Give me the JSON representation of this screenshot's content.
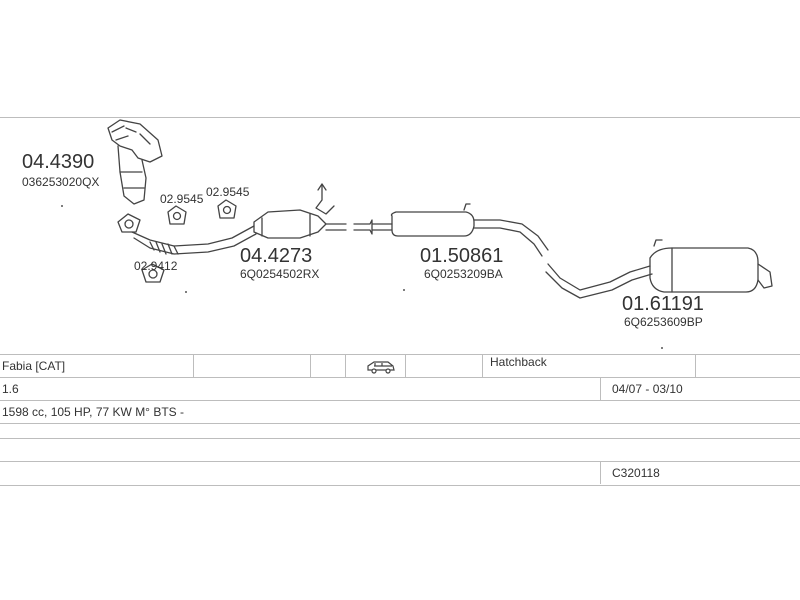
{
  "parts": [
    {
      "number": "04.4390",
      "oe": "036253020QX"
    },
    {
      "number": "02.9545",
      "oe": ""
    },
    {
      "number": "02.9545",
      "oe": ""
    },
    {
      "number": "02.9412",
      "oe": ""
    },
    {
      "number": "04.4273",
      "oe": "6Q0254502RX"
    },
    {
      "number": "01.50861",
      "oe": "6Q0253209BA"
    },
    {
      "number": "01.61191",
      "oe": "6Q6253609BP"
    }
  ],
  "vehicle": {
    "model": "Fabia  [CAT]",
    "body_icon": "car-icon",
    "body_type": "Hatchback",
    "engine": "1.6",
    "period": "04/07 - 03/10",
    "specs": "1598 cc, 105 HP, 77 KW M° BTS -",
    "code": "C320118"
  }
}
